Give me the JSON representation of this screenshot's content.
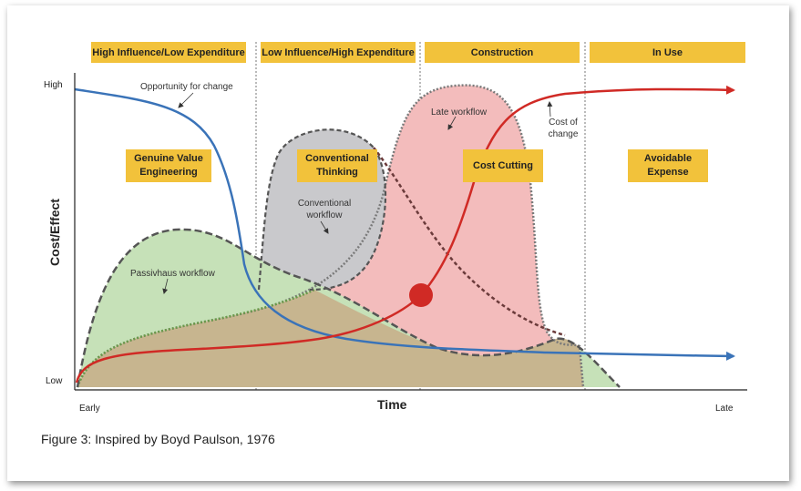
{
  "phases": [
    "High Influence/Low Expenditure",
    "Low Influence/High Expenditure",
    "Construction",
    "In Use"
  ],
  "zone_labels": {
    "genuine_value": "Genuine Value Engineering",
    "conventional_thinking": "Conventional Thinking",
    "cost_cutting": "Cost Cutting",
    "avoidable_expense": "Avoidable Expense"
  },
  "curve_labels": {
    "opportunity": "Opportunity for change",
    "late": "Late workflow",
    "cost_of_change": "Cost of change",
    "conventional": "Conventional workflow",
    "passivhaus": "Passivhaus workflow"
  },
  "axes": {
    "y_label": "Cost/Effect",
    "x_label": "Time",
    "y_high": "High",
    "y_low": "Low",
    "x_early": "Early",
    "x_late": "Late"
  },
  "caption": "Figure 3: Inspired by Boyd Paulson, 1976",
  "colors": {
    "phase_fill": "#f2c23b",
    "opportunity_line": "#3a73b8",
    "cost_line": "#d02a25",
    "late_fill": "#f3bcbc",
    "conventional_fill": "#c9c9cc",
    "passivhaus_fill": "#c6e1b8",
    "overlap_fill": "#c7b58f"
  }
}
